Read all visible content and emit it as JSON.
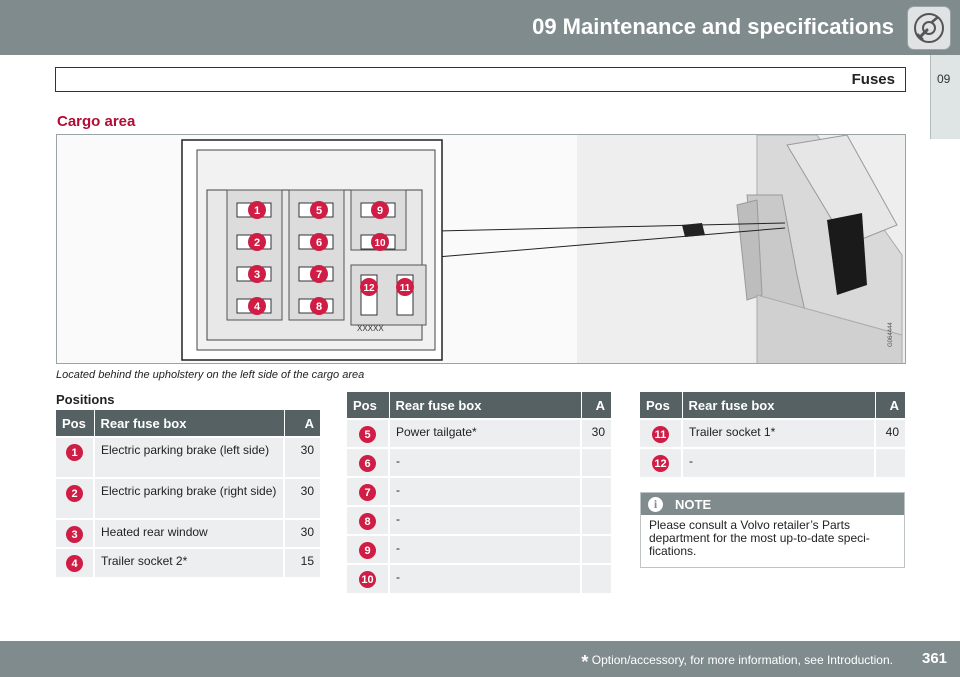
{
  "header": {
    "chapter_title": "09 Maintenance and specifications",
    "chapter_icon": "wrench-gear-icon"
  },
  "tab": {
    "label": "09"
  },
  "section": {
    "title": "Fuses"
  },
  "subsection": {
    "title": "Cargo area"
  },
  "figure": {
    "caption": "Located behind the upholstery on the left side of the cargo area",
    "image_code": "G064444",
    "box_label": "XXXXX",
    "fuse_numbers": [
      "1",
      "2",
      "3",
      "4",
      "5",
      "6",
      "7",
      "8",
      "9",
      "10",
      "11",
      "12"
    ]
  },
  "positions_label": "Positions",
  "tables": [
    {
      "headers": {
        "pos": "Pos",
        "name": "Rear fuse box",
        "amp": "A"
      },
      "rows": [
        {
          "pos": "1",
          "desc": "Electric parking brake (left side)",
          "amp": "30"
        },
        {
          "pos": "2",
          "desc": "Electric parking brake (right side)",
          "amp": "30"
        },
        {
          "pos": "3",
          "desc": "Heated rear window",
          "amp": "30"
        },
        {
          "pos": "4",
          "desc": "Trailer socket 2*",
          "amp": "15"
        }
      ]
    },
    {
      "headers": {
        "pos": "Pos",
        "name": "Rear fuse box",
        "amp": "A"
      },
      "rows": [
        {
          "pos": "5",
          "desc": "Power tailgate*",
          "amp": "30"
        },
        {
          "pos": "6",
          "desc": "-",
          "amp": ""
        },
        {
          "pos": "7",
          "desc": "-",
          "amp": ""
        },
        {
          "pos": "8",
          "desc": "-",
          "amp": ""
        },
        {
          "pos": "9",
          "desc": "-",
          "amp": ""
        },
        {
          "pos": "10",
          "desc": "-",
          "amp": ""
        }
      ]
    },
    {
      "headers": {
        "pos": "Pos",
        "name": "Rear fuse box",
        "amp": "A"
      },
      "rows": [
        {
          "pos": "11",
          "desc": "Trailer socket 1*",
          "amp": "40"
        },
        {
          "pos": "12",
          "desc": "-",
          "amp": ""
        }
      ]
    }
  ],
  "note": {
    "title": "NOTE",
    "text": "Please consult a Volvo retailer’s Parts department for the most up-to-date speci-fications."
  },
  "footer": {
    "footnote_star": "*",
    "footnote_text": " Option/accessory, for more information, see Introduction.",
    "page_number": "361"
  },
  "colors": {
    "header_gray": "#808b8e",
    "table_header": "#566164",
    "accent_red": "#cf1d45",
    "subsection_red": "#b30b35"
  }
}
